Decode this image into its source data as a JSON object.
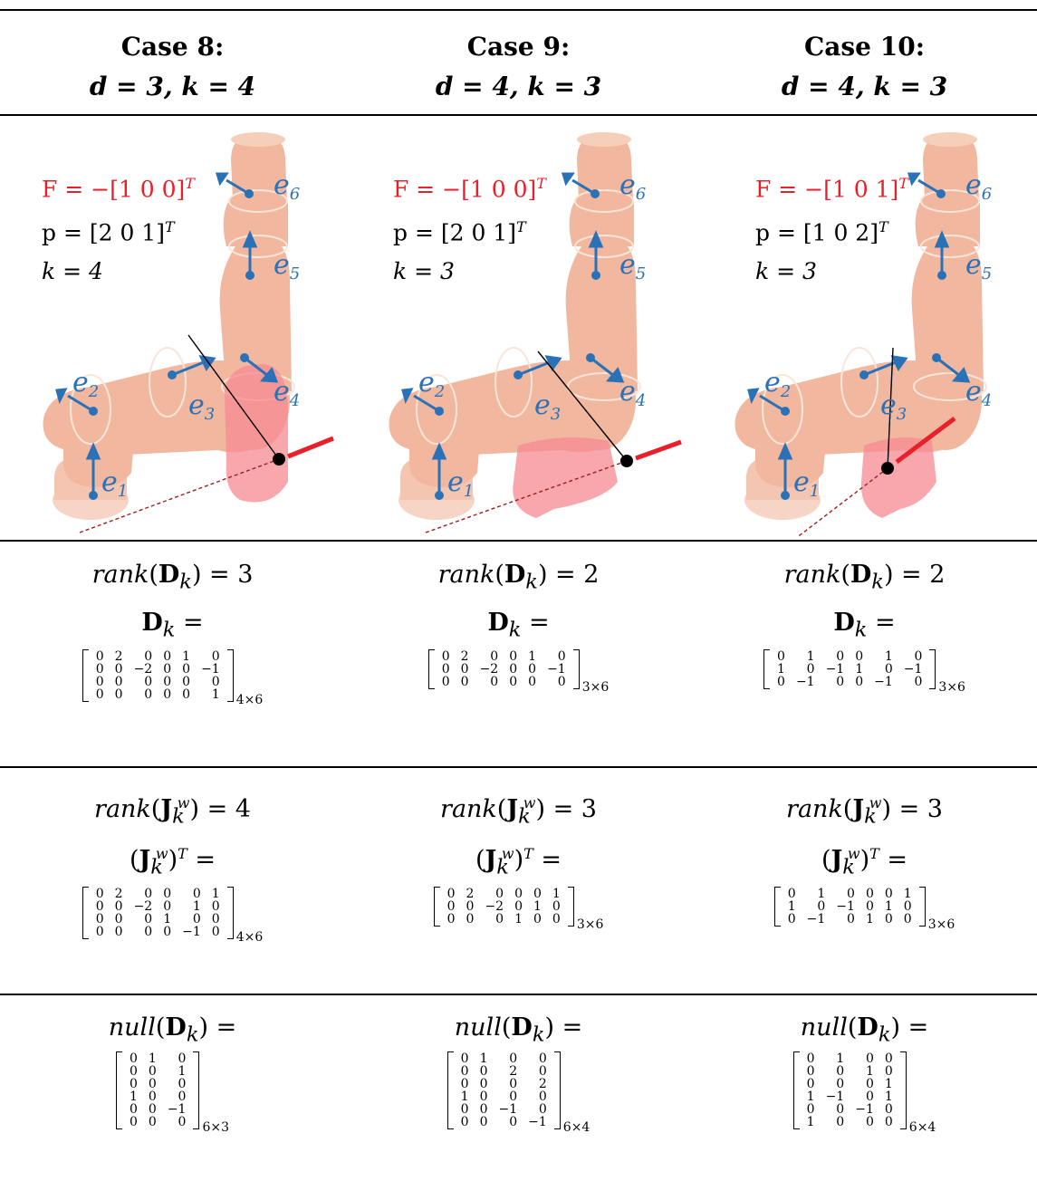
{
  "cases": [
    {
      "title": "Case 8:",
      "params": "d = 3,  k = 4",
      "force_label": "F = −[1 0 0]",
      "point_label": "p = [2 0 1]",
      "k_label": "k = 4",
      "rank_D": "rank(D",
      "rank_D_value": ") = 3",
      "rank_J_value": ") = 4",
      "D_matrix": [
        [
          "0",
          "2",
          "0",
          "0",
          "1",
          "0"
        ],
        [
          "0",
          "0",
          "−2",
          "0",
          "0",
          "−1"
        ],
        [
          "0",
          "0",
          "0",
          "0",
          "0",
          "0"
        ],
        [
          "0",
          "0",
          "0",
          "0",
          "0",
          "1"
        ]
      ],
      "D_dim": "4×6",
      "J_matrix": [
        [
          "0",
          "2",
          "0",
          "0",
          "0",
          "1"
        ],
        [
          "0",
          "0",
          "−2",
          "0",
          "1",
          "0"
        ],
        [
          "0",
          "0",
          "0",
          "1",
          "0",
          "0"
        ],
        [
          "0",
          "0",
          "0",
          "0",
          "−1",
          "0"
        ]
      ],
      "J_dim": "4×6",
      "N_matrix": [
        [
          "0",
          "1",
          "0"
        ],
        [
          "0",
          "0",
          "1"
        ],
        [
          "0",
          "0",
          "0"
        ],
        [
          "1",
          "0",
          "0"
        ],
        [
          "0",
          "0",
          "−1"
        ],
        [
          "0",
          "0",
          "0"
        ]
      ],
      "N_dim": "6×3"
    },
    {
      "title": "Case 9:",
      "params": "d = 4,  k = 3",
      "force_label": "F = −[1 0 0]",
      "point_label": "p = [2 0 1]",
      "k_label": "k = 3",
      "rank_D_value": ") = 2",
      "rank_J_value": ") = 3",
      "D_matrix": [
        [
          "0",
          "2",
          "0",
          "0",
          "1",
          "0"
        ],
        [
          "0",
          "0",
          "−2",
          "0",
          "0",
          "−1"
        ],
        [
          "0",
          "0",
          "0",
          "0",
          "0",
          "0"
        ]
      ],
      "D_dim": "3×6",
      "J_matrix": [
        [
          "0",
          "2",
          "0",
          "0",
          "0",
          "1"
        ],
        [
          "0",
          "0",
          "−2",
          "0",
          "1",
          "0"
        ],
        [
          "0",
          "0",
          "0",
          "1",
          "0",
          "0"
        ]
      ],
      "J_dim": "3×6",
      "N_matrix": [
        [
          "0",
          "1",
          "0",
          "0"
        ],
        [
          "0",
          "0",
          "2",
          "0"
        ],
        [
          "0",
          "0",
          "0",
          "2"
        ],
        [
          "1",
          "0",
          "0",
          "0"
        ],
        [
          "0",
          "0",
          "−1",
          "0"
        ],
        [
          "0",
          "0",
          "0",
          "−1"
        ]
      ],
      "N_dim": "6×4"
    },
    {
      "title": "Case 10:",
      "params": "d = 4,  k = 3",
      "force_label": "F = −[1 0 1]",
      "point_label": "p = [1 0 2]",
      "k_label": "k = 3",
      "rank_D_value": ") = 2",
      "rank_J_value": ") = 3",
      "D_matrix": [
        [
          "0",
          "1",
          "0",
          "0",
          "1",
          "0"
        ],
        [
          "1",
          "0",
          "−1",
          "1",
          "0",
          "−1"
        ],
        [
          "0",
          "−1",
          "0",
          "0",
          "−1",
          "0"
        ]
      ],
      "D_dim": "3×6",
      "J_matrix": [
        [
          "0",
          "1",
          "0",
          "0",
          "0",
          "1"
        ],
        [
          "1",
          "0",
          "−1",
          "0",
          "1",
          "0"
        ],
        [
          "0",
          "−1",
          "0",
          "1",
          "0",
          "0"
        ]
      ],
      "J_dim": "3×6",
      "N_matrix": [
        [
          "0",
          "1",
          "0",
          "0"
        ],
        [
          "0",
          "0",
          "1",
          "0"
        ],
        [
          "0",
          "0",
          "0",
          "1"
        ],
        [
          "1",
          "−1",
          "0",
          "1"
        ],
        [
          "0",
          "0",
          "−1",
          "0"
        ],
        [
          "1",
          "0",
          "0",
          "0"
        ]
      ],
      "N_dim": "6×4"
    }
  ],
  "joint_labels": [
    "e1",
    "e2",
    "e3",
    "e4",
    "e5",
    "e6"
  ],
  "colors": {
    "force": "#e8202a",
    "joint": "#2a72b8",
    "link": "#f2b49a",
    "highlight": "#f58a92"
  }
}
